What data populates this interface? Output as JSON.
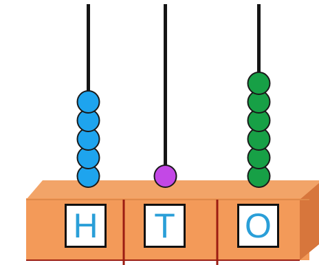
{
  "abacus": {
    "rods": [
      {
        "place_label": "H",
        "bead_count": 5,
        "bead_color": "#1ea4ee"
      },
      {
        "place_label": "T",
        "bead_count": 1,
        "bead_color": "#c348e6"
      },
      {
        "place_label": "O",
        "bead_count": 6,
        "bead_color": "#17a046"
      }
    ],
    "rod_color": "#151515",
    "base_colors": {
      "top": "#f2a468",
      "front": "#f39a59",
      "side": "#d7763c",
      "divider": "#9b1c12"
    }
  }
}
